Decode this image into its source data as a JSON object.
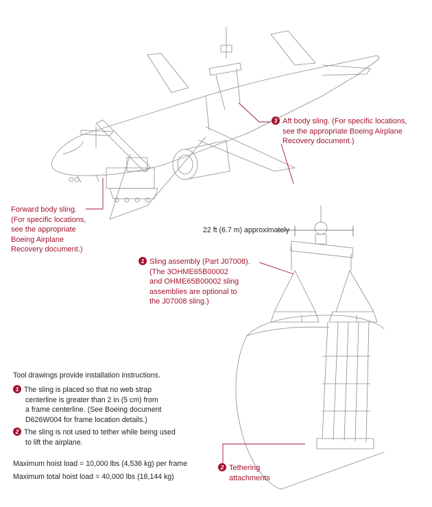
{
  "callouts": {
    "aft": {
      "number": "3",
      "lines": [
        "Aft body sling. (For specific locations,",
        "see the appropriate Boeing Airplane",
        "Recovery document.)"
      ]
    },
    "forward": {
      "lines": [
        "Forward body sling.",
        "(For specific locations,",
        "see the appropriate",
        "Boeing Airplane",
        "Recovery document.)"
      ]
    },
    "sling_assembly": {
      "number": "1",
      "lines": [
        "Sling assembly (Part J07008).",
        "(The 3OHME65B00002",
        "and OHME65B00002 sling",
        "assemblies are optional to",
        "the J07008 sling.)"
      ]
    },
    "tethering": {
      "number": "2",
      "lines": [
        "Tethering",
        "attachments"
      ]
    }
  },
  "dimension": "22 ft (6.7 m) approximately",
  "notes": {
    "intro": "Tool drawings provide installation instructions.",
    "items": [
      {
        "number": "1",
        "lines": [
          "The sling is placed so that no web strap",
          "centerline is greater than 2 in (5 cm) from",
          "a frame centerline. (See Boeing document",
          "D626W004 for frame location details.)"
        ]
      },
      {
        "number": "2",
        "lines": [
          "The sling is not used to tether while being used",
          "to lift the airplane."
        ]
      }
    ],
    "loads": [
      "Maximum hoist load = 10,000 lbs (4,536 kg) per frame",
      "Maximum total hoist load = 40,000 lbs (18,144 kg)"
    ]
  },
  "colors": {
    "accent": "#a3122e",
    "line": "#7a7a7a",
    "text": "#222222"
  }
}
